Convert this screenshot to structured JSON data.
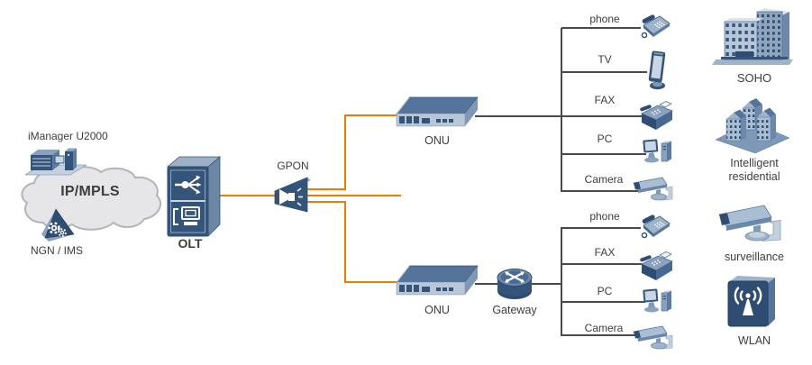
{
  "palette": {
    "fiber_line": "#ED7D00",
    "copper_line": "#4A4A4A",
    "device_navy": "#2F4D72",
    "device_mid": "#5B7BA3",
    "device_light": "#A9BDD3",
    "cloud_fill": "#E6E6E9",
    "text": "#3D3D3D"
  },
  "core": {
    "nms_label": "iManager U2000",
    "nms_icon": "server-stack-icon",
    "cloud_label": "IP/MPLS",
    "cloud_icon": "cloud-shape",
    "ngn_label": "NGN / IMS",
    "ngn_icon": "gear-triangle-icon",
    "olt_label": "OLT",
    "olt_icon": "olt-chassis-icon",
    "splitter_label": "GPON",
    "splitter_icon": "optical-splitter-icon"
  },
  "access": {
    "onu_top_label": "ONU",
    "onu_bottom_label": "ONU",
    "onu_icon": "onu-box-icon",
    "gateway_label": "Gateway",
    "gateway_icon": "router-cylinder-icon"
  },
  "endpoints_top": [
    {
      "label": "phone",
      "icon": "phone-icon"
    },
    {
      "label": "TV",
      "icon": "tv-icon"
    },
    {
      "label": "FAX",
      "icon": "fax-icon"
    },
    {
      "label": "PC",
      "icon": "pc-icon"
    },
    {
      "label": "Camera",
      "icon": "camera-icon"
    }
  ],
  "endpoints_bottom": [
    {
      "label": "phone",
      "icon": "phone-icon"
    },
    {
      "label": "FAX",
      "icon": "fax-icon"
    },
    {
      "label": "PC",
      "icon": "pc-icon"
    },
    {
      "label": "Camera",
      "icon": "camera-icon"
    }
  ],
  "services": [
    {
      "label": "SOHO",
      "icon": "office-building-icon"
    },
    {
      "label": "Intelligent residential",
      "icon": "residential-buildings-icon"
    },
    {
      "label": "surveillance",
      "icon": "surveillance-camera-icon"
    },
    {
      "label": "WLAN",
      "icon": "wlan-access-point-icon"
    }
  ]
}
